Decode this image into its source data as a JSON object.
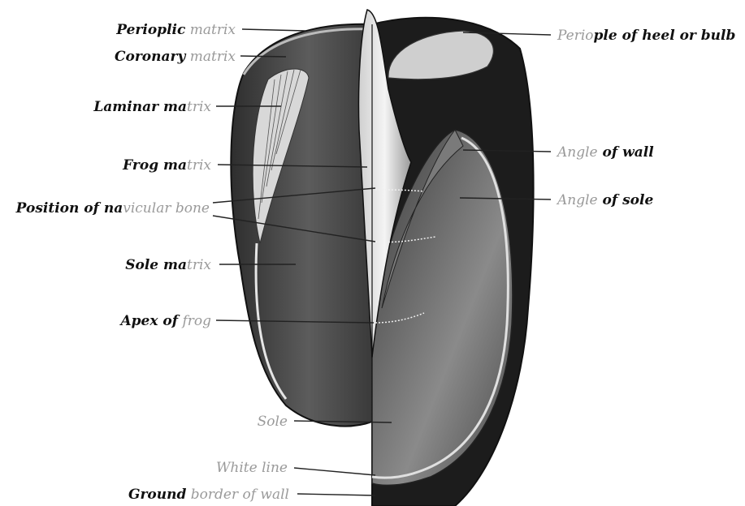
{
  "labels": {
    "perioplic_matrix": {
      "dark": "Perioplic",
      "light": " matrix"
    },
    "coronary_matrix": {
      "dark": "Coronary",
      "light": " matrix"
    },
    "laminar_matrix": {
      "dark": "Laminar ma",
      "light": "trix"
    },
    "frog_matrix": {
      "dark": "Frog ma",
      "light": "trix"
    },
    "navicular": {
      "dark": "Position of na",
      "light": "vicular bone"
    },
    "sole_matrix": {
      "dark": "Sole ma",
      "light": "trix"
    },
    "apex_of_frog": {
      "dark": "Apex of",
      "light": " frog"
    },
    "sole": {
      "light": "Sole"
    },
    "white_line": {
      "light": "White line"
    },
    "ground_border": {
      "dark": "Ground",
      "light": " border of wall"
    },
    "periople_heel": {
      "light": "Perio",
      "dark": "ple of heel or bulb"
    },
    "angle_of_wall": {
      "light": "Angle",
      "dark": " of wall"
    },
    "angle_of_sole": {
      "light": "Angle",
      "dark": " of sole"
    }
  }
}
